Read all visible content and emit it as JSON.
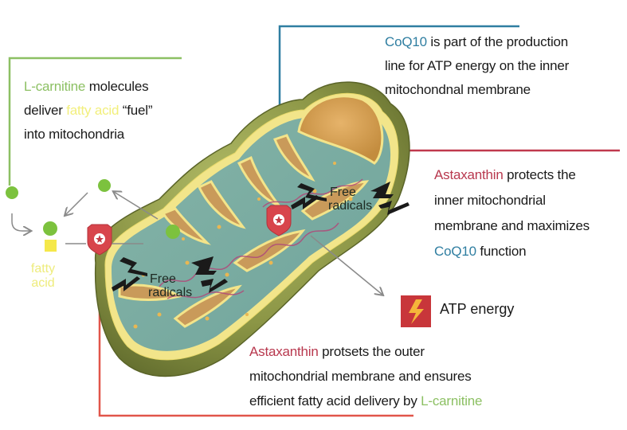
{
  "title": "Mitochondria: L-carnitine, CoQ10 and Astaxanthin",
  "colors": {
    "lcarnitine": "#8cc063",
    "fatty_acid": "#f2ef7c",
    "coq10": "#2f7ea1",
    "astaxanthin": "#b8384e",
    "line_green": "#8cc063",
    "line_teal": "#2f7ea1",
    "line_red": "#c0394d",
    "line_orange_red": "#e1554a",
    "atp_box": "#c8363a",
    "membrane_outer": "#7d8a3a"
  },
  "callouts": {
    "lcarnitine": {
      "line1_highlight": "L-carnitine",
      "line1_rest": " molecules",
      "line2_start": "deliver ",
      "line2_highlight": "fatty acid",
      "line2_rest": " “fuel”",
      "line3": "into mitochondria"
    },
    "coq10": {
      "line1_highlight": "CoQ10",
      "line1_rest": " is part of the production",
      "line2": "line for ATP energy on the inner",
      "line3": "mitochondnal membrane"
    },
    "astaxanthin_inner": {
      "line1_highlight": "Astaxanthin",
      "line1_rest": " protects the",
      "line2": "inner mitochondrial",
      "line3": "membrane and maximizes",
      "line4_highlight": "CoQ10",
      "line4_rest": " function"
    },
    "astaxanthin_outer": {
      "line1_highlight": "Astaxanthin",
      "line1_rest": " protsets the outer",
      "line2": "mitochondrial membrane and ensures",
      "line3_start": "efficient fatty acid delivery by ",
      "line3_highlight": "L-carnitine"
    }
  },
  "labels": {
    "fatty_acid_line1": "fatty",
    "fatty_acid_line2": "acid",
    "free_radicals_1_line1": "Free",
    "free_radicals_1_line2": "radicals",
    "free_radicals_2_line1": "Free",
    "free_radicals_2_line2": "radicals",
    "atp_energy": "ATP energy"
  },
  "icons": {
    "lcarnitine_molecule": "green-circle",
    "fatty_acid": "yellow-square",
    "astaxanthin": "red-shield-star",
    "free_radical": "black-lightning-zigzag",
    "atp": "lightning-bolt-box"
  }
}
